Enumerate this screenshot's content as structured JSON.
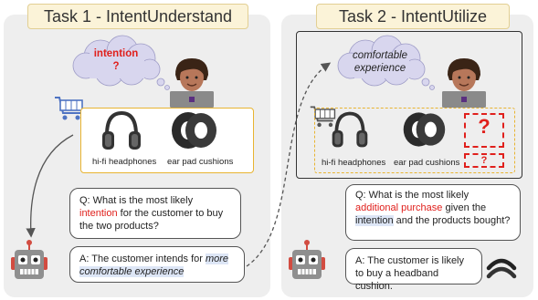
{
  "task1": {
    "title": "Task 1 - IntentUnderstand",
    "cloud_line1": "intention",
    "cloud_line2": "?",
    "item1_label": "hi-fi headphones",
    "item2_label": "ear pad cushions",
    "question_prefix": "Q: What is the most likely ",
    "question_highlight": "intention",
    "question_suffix": " for the customer to buy the two products?",
    "answer_prefix": "A: The customer intends for ",
    "answer_highlight": "more comfortable experience"
  },
  "task2": {
    "title": "Task 2 - IntentUtilize",
    "cloud_text": "comfortable experience",
    "item1_label": "hi-fi headphones",
    "item2_label": "ear pad cushions",
    "unknown_mark": "?",
    "question_prefix": "Q: What is the most likely ",
    "question_red": "additional purchase",
    "question_mid": " given the ",
    "question_highlight": "intention",
    "question_suffix": " and the products bought?",
    "answer_text": "A: The customer is likely to buy a headband cushion."
  },
  "colors": {
    "panel_bg": "#eeeeee",
    "title_bg": "#fbf3d8",
    "product_border": "#e8b431",
    "accent_red": "#e0201c",
    "highlight_blue": "#dde6f6",
    "robot_body": "#8f8f8f",
    "cloud_fill": "#d8d6ee"
  },
  "icons": [
    "person-with-laptop-icon",
    "shopping-cart-icon",
    "headphones-icon",
    "ear-pad-cushion-icon",
    "robot-icon",
    "headband-cushion-icon",
    "thought-cloud-icon"
  ]
}
